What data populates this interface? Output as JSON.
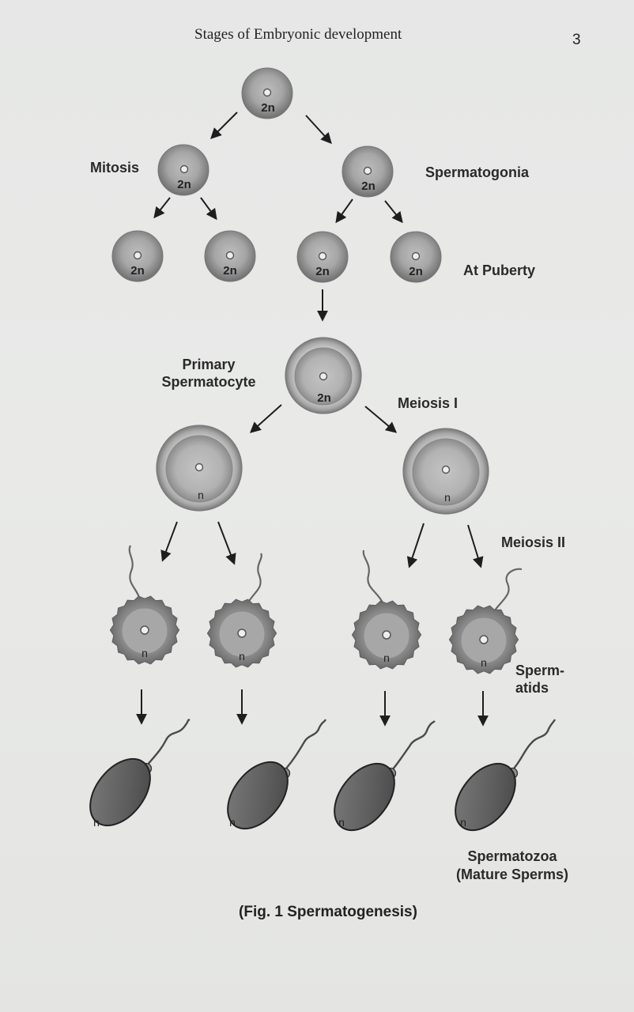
{
  "header": {
    "running_title": "Stages of Embryonic development",
    "page_number": "3"
  },
  "labels": {
    "mitosis": "Mitosis",
    "spermatogonia": "Spermatogonia",
    "at_puberty": "At Puberty",
    "primary_line1": "Primary",
    "primary_line2": "Spermatocyte",
    "meiosis1": "Meiosis I",
    "meiosis2": "Meiosis II",
    "spermatids_line1": "Sperm-",
    "spermatids_line2": "atids",
    "spermatozoa_line1": "Spermatozoa",
    "spermatozoa_line2": "(Mature Sperms)"
  },
  "ploidy": {
    "diploid": "2n",
    "haploid": "n"
  },
  "caption": "(Fig. 1 Spermatogenesis)"
}
